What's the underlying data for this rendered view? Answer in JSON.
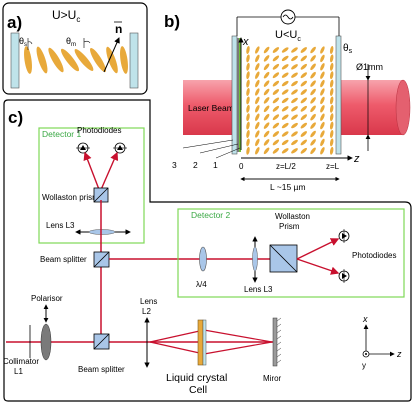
{
  "panel_a": {
    "label": "a)",
    "condition": "U>U",
    "condition_sub": "c",
    "theta_s": "θ",
    "theta_s_sub": "s",
    "theta_m": "θ",
    "theta_m_sub": "m",
    "director": "n"
  },
  "panel_b": {
    "label": "b)",
    "voltage": "U<U",
    "voltage_sub": "c",
    "theta_s": "θ",
    "theta_s_sub": "s",
    "laser": "Laser Beam",
    "diameter": "Ø1mm",
    "x_axis": "x",
    "z_axis": "z",
    "layers": [
      "3",
      "2",
      "1"
    ],
    "z0": "0",
    "zmid": "z=L/2",
    "zend": "z=L",
    "thickness": "L ~15 µm"
  },
  "panel_c": {
    "label": "c)",
    "detector1": "Detector 1",
    "detector2": "Detector 2",
    "photodiodes1": "Photodiodes",
    "photodiodes2": "Photodiodes",
    "wollaston1": "Wollaston prism",
    "wollaston2_line1": "Wollaston",
    "wollaston2_line2": "Prism",
    "lens_l3_a": "Lens L3",
    "lens_l3_b": "Lens L3",
    "quarter_wave": "λ/4",
    "beam_splitter_top": "Beam splitter",
    "beam_splitter_bottom": "Beam splitter",
    "polarisor": "Polarisor",
    "collimator_line1": "Collimator",
    "collimator_line2": "L1",
    "lens_l2_line1": "Lens",
    "lens_l2_line2": "L2",
    "lc_line1": "Liquid crystal",
    "lc_line2": "Cell",
    "mirror": "Miror",
    "axis_x": "x",
    "axis_y": "y",
    "axis_z": "z"
  },
  "colors": {
    "beam": "#c8102e",
    "detector_frame": "#7ed957",
    "detector_text": "#3aa844",
    "glass": "#bfe3ea",
    "lc_molecule": "#e8a93a",
    "laser_cylinder": "#f06a78",
    "optic_blue": "#a9c6e8"
  }
}
